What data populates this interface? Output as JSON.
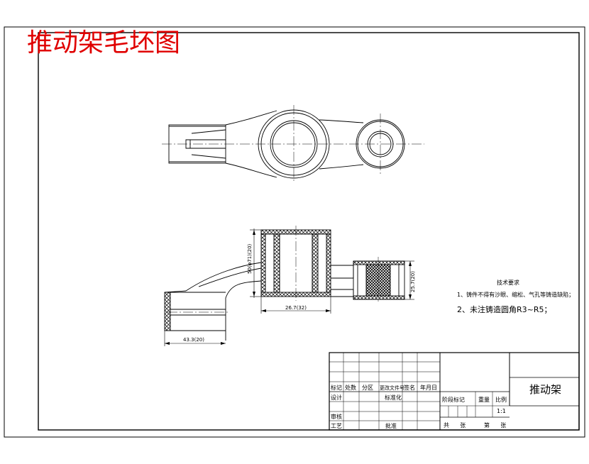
{
  "title": "推动架毛坯图",
  "dims": {
    "height_left": "50(φ71)(20)",
    "height_right": "25.7(20)",
    "bore_width": "26.7(32)",
    "base_length": "43.3(20)"
  },
  "notes": {
    "heading": "技术要求",
    "item1": "1、铸件不得有沙眼、缩松、气孔等铸造缺陷；",
    "item2": "2、未注铸造圆角R3~R5；"
  },
  "title_block": {
    "part_name": "推动架",
    "rev_headers": [
      "标记",
      "处数",
      "分区",
      "更改文件号",
      "签名",
      "年月日"
    ],
    "design": "设计",
    "standard": "标准化",
    "review": "审核",
    "process": "工艺",
    "approve": "批准",
    "stage_header": "阶段标记",
    "weight_header": "重量",
    "scale_header": "比例",
    "scale_value": "1:1",
    "total_sheets": "共      张",
    "sheet_no": "第      张"
  }
}
